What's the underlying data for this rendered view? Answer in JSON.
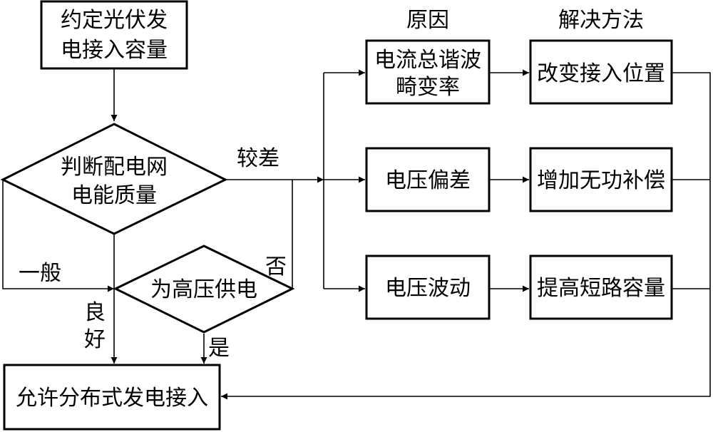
{
  "nodes": {
    "start": {
      "line1": "约定光伏发",
      "line2": "电接入容量"
    },
    "judge": {
      "line1": "判断配电网",
      "line2": "电能质量"
    },
    "hv": {
      "label": "为高压供电"
    },
    "allow": {
      "label": "允许分布式发电接入"
    },
    "cause_harmonic": {
      "line1": "电流总谐波",
      "line2": "畸变率"
    },
    "cause_voltage_dev": {
      "label": "电压偏差"
    },
    "cause_voltage_fluct": {
      "label": "电压波动"
    },
    "sol_position": {
      "label": "改变接入位置"
    },
    "sol_reactive": {
      "label": "增加无功补偿"
    },
    "sol_shortcircuit": {
      "label": "提高短路容量"
    }
  },
  "headers": {
    "cause": "原因",
    "solution": "解决方法"
  },
  "edge_labels": {
    "poor": "较差",
    "fair": "一般",
    "good_1": "良",
    "good_2": "好",
    "no": "否",
    "yes": "是"
  }
}
